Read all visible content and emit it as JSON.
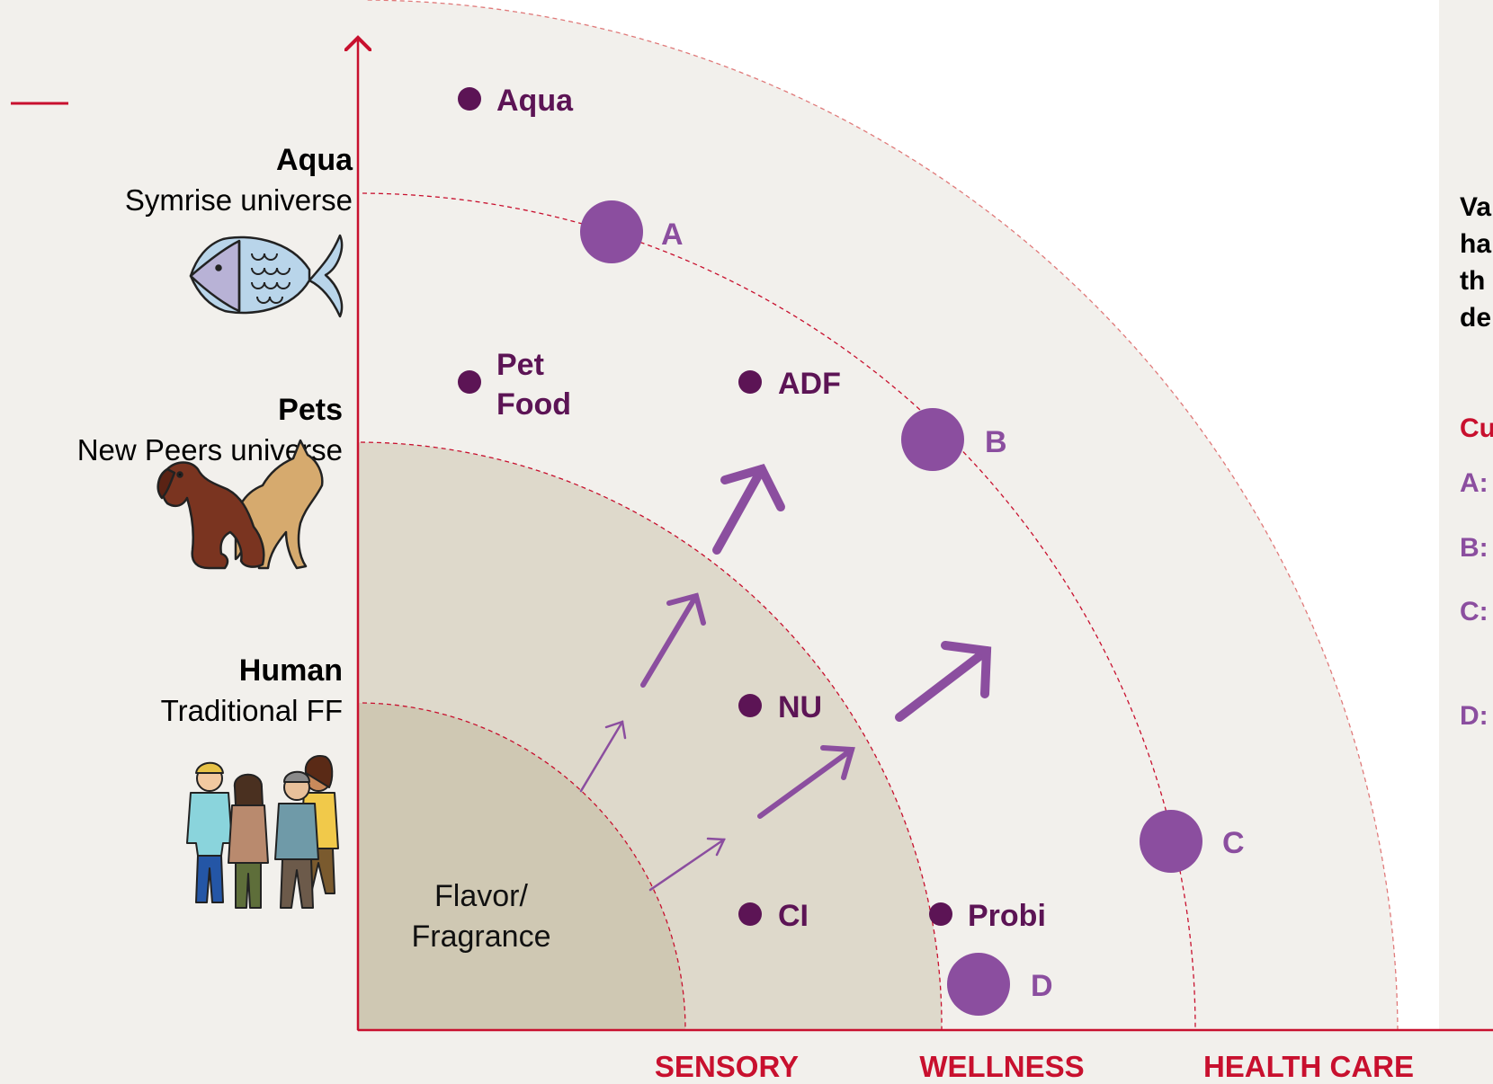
{
  "colors": {
    "background": "#f2f0ec",
    "accent_red": "#c8102e",
    "dark_purple": "#5c1455",
    "light_purple": "#8b4e9f",
    "core_fill": "#cfc8b3",
    "ring2_fill": "#ded9cb",
    "ring3_fill": "#f2f0ec",
    "ring4_fill": "#ffffff"
  },
  "y_axis": {
    "levels": [
      {
        "title": "Aqua",
        "subtitle": "Symrise universe",
        "icon": "fish-icon"
      },
      {
        "title": "Pets",
        "subtitle": "New Peers universe",
        "icon": "dog-cat-icon"
      },
      {
        "title": "Human",
        "subtitle": "Traditional FF",
        "icon": "people-group-icon"
      }
    ]
  },
  "x_axis": {
    "labels": [
      "SENSORY",
      "WELLNESS",
      "HEALTH CARE"
    ]
  },
  "core": {
    "line1": "Flavor/",
    "line2": "Fragrance"
  },
  "businesses": [
    {
      "label": "Aqua"
    },
    {
      "line1": "Pet",
      "line2": "Food"
    },
    {
      "label": "ADF"
    },
    {
      "label": "NU"
    },
    {
      "label": "CI"
    },
    {
      "label": "Probi"
    }
  ],
  "targets": [
    {
      "label": "A"
    },
    {
      "label": "B"
    },
    {
      "label": "C"
    },
    {
      "label": "D"
    }
  ],
  "side_panel": {
    "fragments": [
      "Va",
      "ha",
      "th",
      "de"
    ],
    "red_fragment": "Cu",
    "purple_fragments": [
      "A:",
      "B:",
      "C:",
      "D:"
    ]
  }
}
